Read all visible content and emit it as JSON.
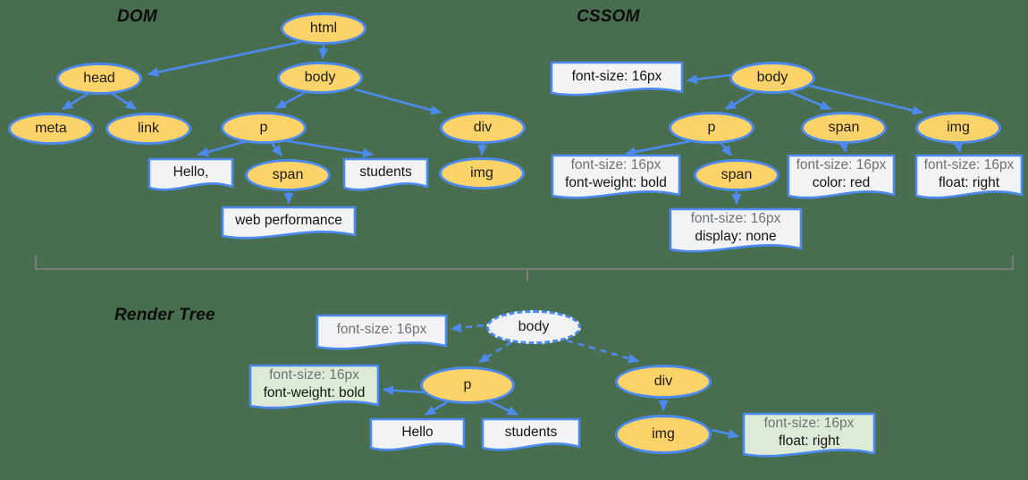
{
  "colors": {
    "background": "#486E4F",
    "accent_blue": "#4D8AF0",
    "node_yellow": "#FBD368",
    "box_gray": "#F1F3F4",
    "box_green": "#DDEBD6",
    "bracket_gray": "#7C7C7C",
    "text_gray": "#6E7276",
    "text_black": "#141414"
  },
  "sections": {
    "dom": {
      "title": "DOM",
      "nodes": {
        "html": "html",
        "head": "head",
        "body": "body",
        "meta": "meta",
        "link": "link",
        "p": "p",
        "div": "div",
        "span": "span",
        "img": "img"
      },
      "text_nodes": {
        "hello": "Hello,",
        "students": "students",
        "web_performance": "web performance"
      }
    },
    "cssom": {
      "title": "CSSOM",
      "nodes": {
        "body": "body",
        "p": "p",
        "span": "span",
        "img": "img",
        "span_child": "span"
      },
      "style_boxes": {
        "body": {
          "line1": "font-size: 16px"
        },
        "p": {
          "line1": "font-size: 16px",
          "line2": "font-weight: bold"
        },
        "span": {
          "line1": "font-size: 16px",
          "line2": "color: red"
        },
        "img": {
          "line1": "font-size: 16px",
          "line2": "float: right"
        },
        "span_child": {
          "line1": "font-size: 16px",
          "line2": "display: none"
        }
      }
    },
    "render_tree": {
      "title": "Render Tree",
      "nodes": {
        "body": "body",
        "p": "p",
        "div": "div",
        "img": "img"
      },
      "style_boxes": {
        "body": {
          "line1": "font-size: 16px"
        },
        "p": {
          "line1": "font-size: 16px",
          "line2": "font-weight: bold"
        },
        "img": {
          "line1": "font-size: 16px",
          "line2": "float: right"
        }
      },
      "text_nodes": {
        "hello": "Hello",
        "students": "students"
      }
    }
  }
}
